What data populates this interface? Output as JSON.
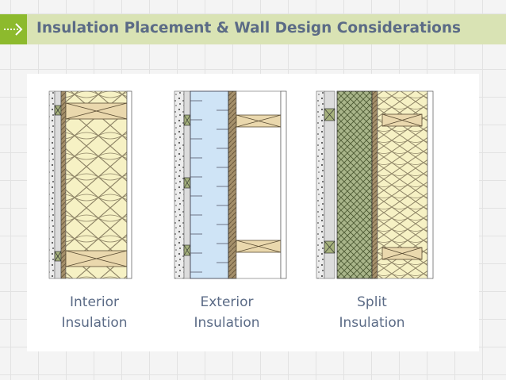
{
  "header": {
    "title": "Insulation Placement & Wall Design Considerations",
    "icon": "dotted-arrow-icon"
  },
  "walls": [
    {
      "line1": "Interior",
      "line2": "Insulation"
    },
    {
      "line1": "Exterior",
      "line2": "Insulation"
    },
    {
      "line1": "Split",
      "line2": "Insulation"
    }
  ],
  "colors": {
    "accent": "#8dba2d",
    "header_bg": "#d9e3b4",
    "title": "#5b6b86",
    "batt": "#f6f1c4",
    "rigid_foam": "#cfe4f6",
    "stud": "#ead8ad",
    "mineral_wool": "#a9b58a"
  }
}
